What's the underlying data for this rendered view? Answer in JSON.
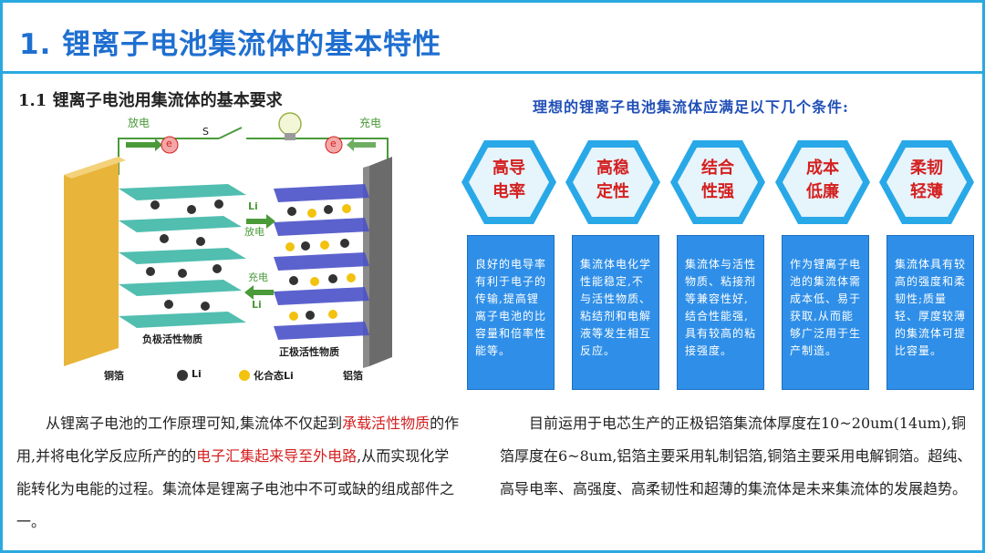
{
  "header": {
    "title": "1. 锂离子电池集流体的基本特性"
  },
  "section": {
    "subtitle": "1.1 锂离子电池用集流体的基本要求"
  },
  "diagram": {
    "discharge_top": "放电",
    "charge_top": "充电",
    "switch_label": "S",
    "electron_left": "e",
    "electron_right": "e",
    "li_plus_1": "Li",
    "discharge_mid": "放电",
    "charge_mid": "充电",
    "li_plus_2": "Li",
    "neg_material": "负极活性物质",
    "pos_material": "正极活性物质",
    "legend_cu": "铜箔",
    "legend_li": "Li",
    "legend_compound": "化合态Li",
    "legend_al": "铝箔",
    "colors": {
      "copper": "#e8b43a",
      "aluminum": "#6b6b6b",
      "graphite": "#3fb8a8",
      "cathode": "#4b52c8",
      "li_ball": "#333333",
      "compound_ball": "#f2c20f",
      "wire": "#4a9a3a"
    }
  },
  "conditions": {
    "title": "理想的锂离子电池集流体应满足以下几个条件:",
    "items": [
      {
        "line1": "高导",
        "line2": "电率",
        "desc": "良好的电导率有利于电子的传输,提高锂离子电池的比容量和倍率性能等。"
      },
      {
        "line1": "高稳",
        "line2": "定性",
        "desc": "集流体电化学性能稳定,不与活性物质、粘结剂和电解液等发生相互反应。"
      },
      {
        "line1": "结合",
        "line2": "性强",
        "desc": "集流体与活性物质、粘接剂等兼容性好,结合性能强,具有较高的粘接强度。"
      },
      {
        "line1": "成本",
        "line2": "低廉",
        "desc": "作为锂离子电池的集流体需成本低、易于获取,从而能够广泛用于生产制造。"
      },
      {
        "line1": "柔韧",
        "line2": "轻薄",
        "desc": "集流体具有较高的强度和柔韧性;质量轻、厚度较薄的集流体可提比容量。"
      }
    ],
    "colors": {
      "hex_fill": "#29a8e8",
      "hex_inner": "#e6f4fb",
      "label": "#d42020",
      "card": "#2f8fe8"
    }
  },
  "left_paragraph": {
    "part1": "从锂离子电池的工作原理可知,集流体不仅起到",
    "hl1": "承载活性物质",
    "part2": "的作用,并将电化学反应所产的的",
    "hl2": "电子汇集起来导至外电路",
    "part3": ",从而实现化学能转化为电能的过程。集流体是锂离子电池中不可或缺的组成部件之一。"
  },
  "right_paragraph": {
    "text": "目前运用于电芯生产的正极铝箔集流体厚度在10~20um(14um),铜箔厚度在6~8um,铝箔主要采用轧制铝箔,铜箔主要采用电解铜箔。超纯、高导电率、高强度、高柔韧性和超薄的集流体是未来集流体的发展趋势。"
  }
}
